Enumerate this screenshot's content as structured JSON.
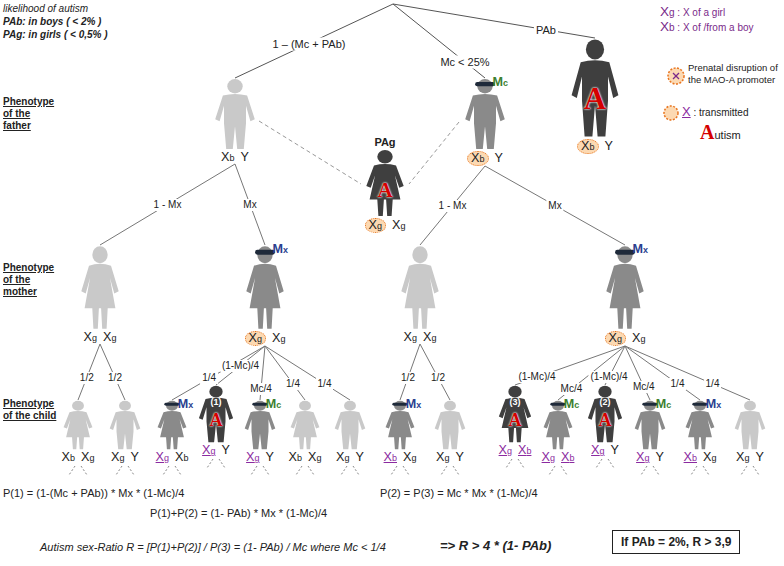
{
  "diagram": {
    "nodes": [
      {
        "text": [
          "Xb",
          "Y"
        ]
      },
      {
        "text": [
          "Mc",
          "Xb",
          "Y"
        ]
      },
      {
        "text": [
          "A",
          "Xb",
          "Y"
        ]
      },
      {
        "text": [
          "PAg",
          "A",
          "Xg",
          "Xg"
        ]
      },
      {
        "text": [
          "Xg",
          "Xg"
        ]
      },
      {
        "text": [
          "Mx",
          "Xg",
          "Xg"
        ]
      },
      {
        "text": [
          "Xg",
          "Xg"
        ]
      },
      {
        "text": [
          "Mx",
          "Xg",
          "Xg"
        ]
      },
      {
        "text": [
          "Xb",
          "Xg"
        ]
      },
      {
        "text": [
          "Xg",
          "Y"
        ]
      },
      {
        "text": [
          "Mx",
          "Xg",
          "Xb"
        ]
      },
      {
        "text": [
          "(1)",
          "A",
          "Xg",
          "Y"
        ]
      },
      {
        "text": [
          "Mc",
          "Xg",
          "Y"
        ]
      },
      {
        "text": [
          "Xb",
          "Xg"
        ]
      },
      {
        "text": [
          "Xg",
          "Y"
        ]
      },
      {
        "text": [
          "Mx",
          "Xb",
          "Xg"
        ]
      },
      {
        "text": [
          "Xg",
          "Y"
        ]
      },
      {
        "text": [
          "(3)",
          "A",
          "Xg",
          "Xb"
        ]
      },
      {
        "text": [
          "Mc",
          "Xg",
          "Xb"
        ]
      },
      {
        "text": [
          "(2)",
          "A",
          "Xg",
          "Y"
        ]
      },
      {
        "text": [
          "Mc",
          "Xg",
          "Y"
        ]
      },
      {
        "text": [
          "Mx",
          "Xb",
          "Xg"
        ]
      },
      {
        "text": [
          "Xg",
          "Y"
        ]
      },
      {
        "text": [
          "If PAb = 2%, R > 3,9"
        ]
      }
    ],
    "edges": [
      {
        "from": 0,
        "to": 4,
        "label": "1 - Mx",
        "arrow": "none"
      },
      {
        "from": 0,
        "to": 5,
        "label": "Mx",
        "arrow": "none"
      },
      {
        "from": 1,
        "to": 6,
        "label": "1 - Mx",
        "arrow": "none"
      },
      {
        "from": 1,
        "to": 7,
        "label": "Mx",
        "arrow": "none"
      },
      {
        "from": 0,
        "to": 3,
        "arrow": "none"
      },
      {
        "from": 1,
        "to": 3,
        "arrow": "none"
      },
      {
        "from": 4,
        "to": 8,
        "label": "1/2",
        "arrow": "none"
      },
      {
        "from": 4,
        "to": 9,
        "label": "1/2",
        "arrow": "none"
      },
      {
        "from": 5,
        "to": 10,
        "label": "1/4",
        "arrow": "none"
      },
      {
        "from": 5,
        "to": 11,
        "label": "(1-Mc)/4",
        "arrow": "none"
      },
      {
        "from": 5,
        "to": 12,
        "label": "Mc/4",
        "arrow": "none"
      },
      {
        "from": 5,
        "to": 13,
        "label": "1/4",
        "arrow": "none"
      },
      {
        "from": 5,
        "to": 14,
        "label": "1/4",
        "arrow": "none"
      },
      {
        "from": 6,
        "to": 15,
        "label": "1/2",
        "arrow": "none"
      },
      {
        "from": 6,
        "to": 16,
        "label": "1/2",
        "arrow": "none"
      },
      {
        "from": 7,
        "to": 17,
        "label": "(1-Mc)/4",
        "arrow": "none"
      },
      {
        "from": 7,
        "to": 18,
        "label": "Mc/4",
        "arrow": "none"
      },
      {
        "from": 7,
        "to": 19,
        "label": "(1-Mc)/4",
        "arrow": "none"
      },
      {
        "from": 7,
        "to": 20,
        "label": "Mc/4",
        "arrow": "none"
      },
      {
        "from": 7,
        "to": 21,
        "label": "1/4",
        "arrow": "none"
      },
      {
        "from": 7,
        "to": 22,
        "label": "1/4",
        "arrow": "none"
      }
    ],
    "labels": [
      "likelihood of autism",
      "PAb: in boys ( < 2% )",
      "PAg: in girls ( < 0,5% )",
      "1 – (Mc + PAb)",
      "Mc < 25%",
      "PAb",
      "Phenotype of the father",
      "Phenotype of the mother",
      "Phenotype of the child",
      "P(1) = (1-(Mc + PAb)) * Mx * (1-Mc)/4",
      "P(2) = P(3) = Mc * Mx * (1-Mc)/4",
      "P(1)+P(2) = (1- PAb) * Mx * (1-Mc)/4",
      "Autism sex-Ratio R = [P(1)+P(2)] / P(3) = (1- PAb) / Mc where Mc < 1/4",
      "=> R > 4 * (1- PAb)"
    ],
    "legend": [
      {
        "text": "Xg : X of a girl"
      },
      {
        "text": "Xb : X of /from a boy"
      },
      {
        "text": "Prenatal disruption of the MAO-A promoter"
      },
      {
        "text": "X : transmitted"
      },
      {
        "text": "Autism"
      }
    ]
  }
}
